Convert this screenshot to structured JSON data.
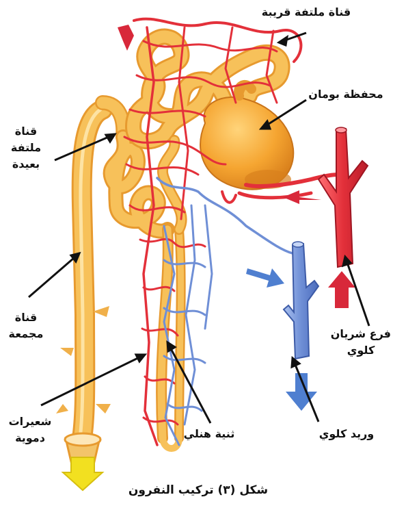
{
  "colors": {
    "tubule": "#f7c15a",
    "tubule_edge": "#e79a2f",
    "artery": "#e3303a",
    "vein": "#6f8fd6",
    "arrow_red": "#d8283a",
    "arrow_blue": "#4f7fd0",
    "arrow_yellow": "#f2e020",
    "pointer": "#111111"
  },
  "labels": {
    "proximal_tubule": "قناة ملتفة قريبة",
    "bowman_capsule": "محفظة بومان",
    "distal_tubule": [
      "قناة",
      "ملتفة",
      "بعيدة"
    ],
    "collecting_duct": [
      "قناة",
      "مجمعة"
    ],
    "renal_artery_branch": [
      "فرع شريان",
      "كلوي"
    ],
    "capillaries": [
      "شعيرات",
      "دموية"
    ],
    "loop_of_henle": "ثنية هنلي",
    "renal_vein": "وريد كلوي"
  },
  "caption": "شكل (٣) تركيب النفرون"
}
